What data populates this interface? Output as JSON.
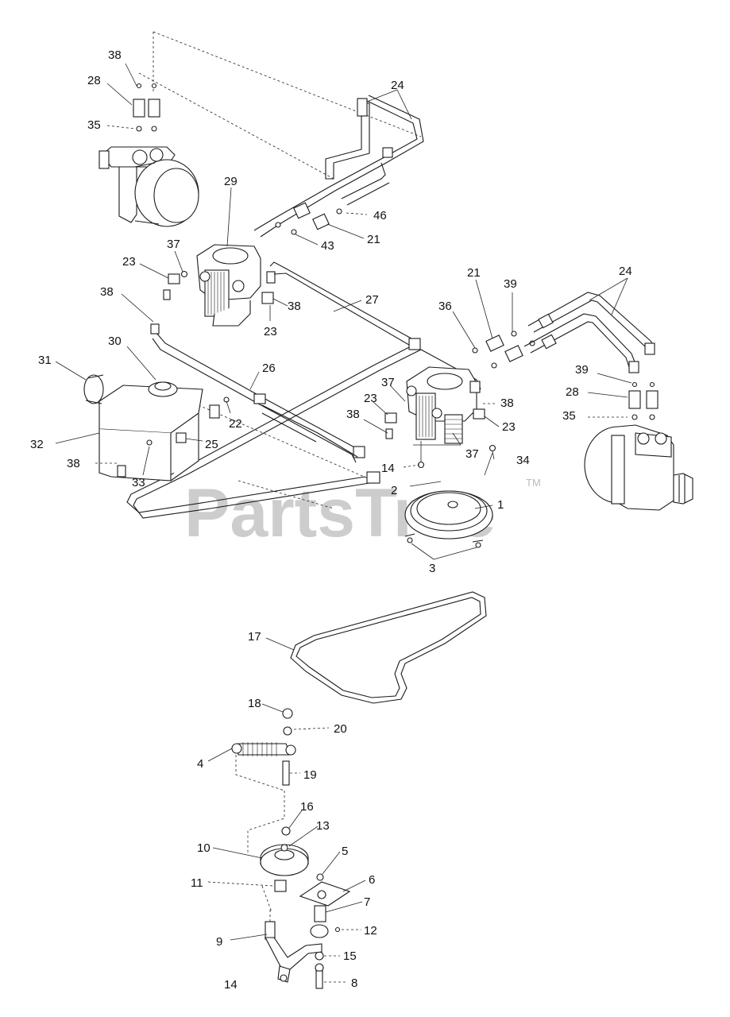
{
  "callouts": [
    {
      "n": "38"
    },
    {
      "n": "28"
    },
    {
      "n": "35"
    },
    {
      "n": "24"
    },
    {
      "n": "29"
    },
    {
      "n": "46"
    },
    {
      "n": "21"
    },
    {
      "n": "43"
    },
    {
      "n": "37"
    },
    {
      "n": "23"
    },
    {
      "n": "38"
    },
    {
      "n": "38"
    },
    {
      "n": "23"
    },
    {
      "n": "27"
    },
    {
      "n": "21"
    },
    {
      "n": "39"
    },
    {
      "n": "24"
    },
    {
      "n": "36"
    },
    {
      "n": "30"
    },
    {
      "n": "26"
    },
    {
      "n": "31"
    },
    {
      "n": "37"
    },
    {
      "n": "23"
    },
    {
      "n": "38"
    },
    {
      "n": "22"
    },
    {
      "n": "39"
    },
    {
      "n": "28"
    },
    {
      "n": "38"
    },
    {
      "n": "23"
    },
    {
      "n": "35"
    },
    {
      "n": "32"
    },
    {
      "n": "25"
    },
    {
      "n": "37"
    },
    {
      "n": "34"
    },
    {
      "n": "14"
    },
    {
      "n": "38"
    },
    {
      "n": "33"
    },
    {
      "n": "2"
    },
    {
      "n": "1"
    },
    {
      "n": "3"
    },
    {
      "n": "17"
    },
    {
      "n": "18"
    },
    {
      "n": "20"
    },
    {
      "n": "4"
    },
    {
      "n": "19"
    },
    {
      "n": "16"
    },
    {
      "n": "13"
    },
    {
      "n": "10"
    },
    {
      "n": "5"
    },
    {
      "n": "11"
    },
    {
      "n": "6"
    },
    {
      "n": "7"
    },
    {
      "n": "12"
    },
    {
      "n": "9"
    },
    {
      "n": "15"
    },
    {
      "n": "14"
    },
    {
      "n": "8"
    }
  ],
  "watermark": {
    "text": "PartsTree",
    "trademark": "TM"
  }
}
